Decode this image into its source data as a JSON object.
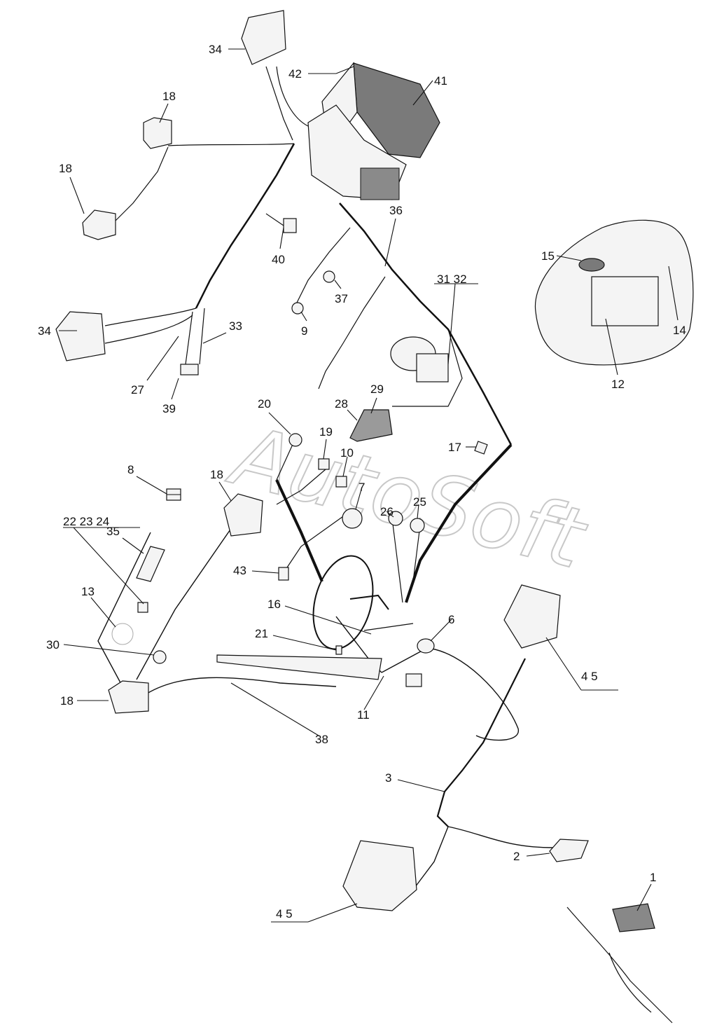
{
  "watermark": "AutoSoft",
  "callouts": {
    "c1": "1",
    "c2": "2",
    "c3": "3",
    "c4_5a": "4  5",
    "c4_5b": "4  5",
    "c6": "6",
    "c7": "7",
    "c8": "8",
    "c9": "9",
    "c10": "10",
    "c11": "11",
    "c12": "12",
    "c13": "13",
    "c14": "14",
    "c15": "15",
    "c16": "16",
    "c17": "17",
    "c18a": "18",
    "c18b": "18",
    "c18c": "18",
    "c18d": "18",
    "c19": "19",
    "c20": "20",
    "c21": "21",
    "c22_24": "22  23  24",
    "c25": "25",
    "c26": "26",
    "c27": "27",
    "c28": "28",
    "c29": "29",
    "c30": "30",
    "c31_32": "31 32",
    "c33": "33",
    "c34a": "34",
    "c34b": "34",
    "c35": "35",
    "c36": "36",
    "c37": "37",
    "c38": "38",
    "c39": "39",
    "c40": "40",
    "c41": "41",
    "c42": "42",
    "c43": "43"
  },
  "colors": {
    "line": "#111111",
    "watermark": "#c8c8c8",
    "battery": "#7a7a7a"
  }
}
